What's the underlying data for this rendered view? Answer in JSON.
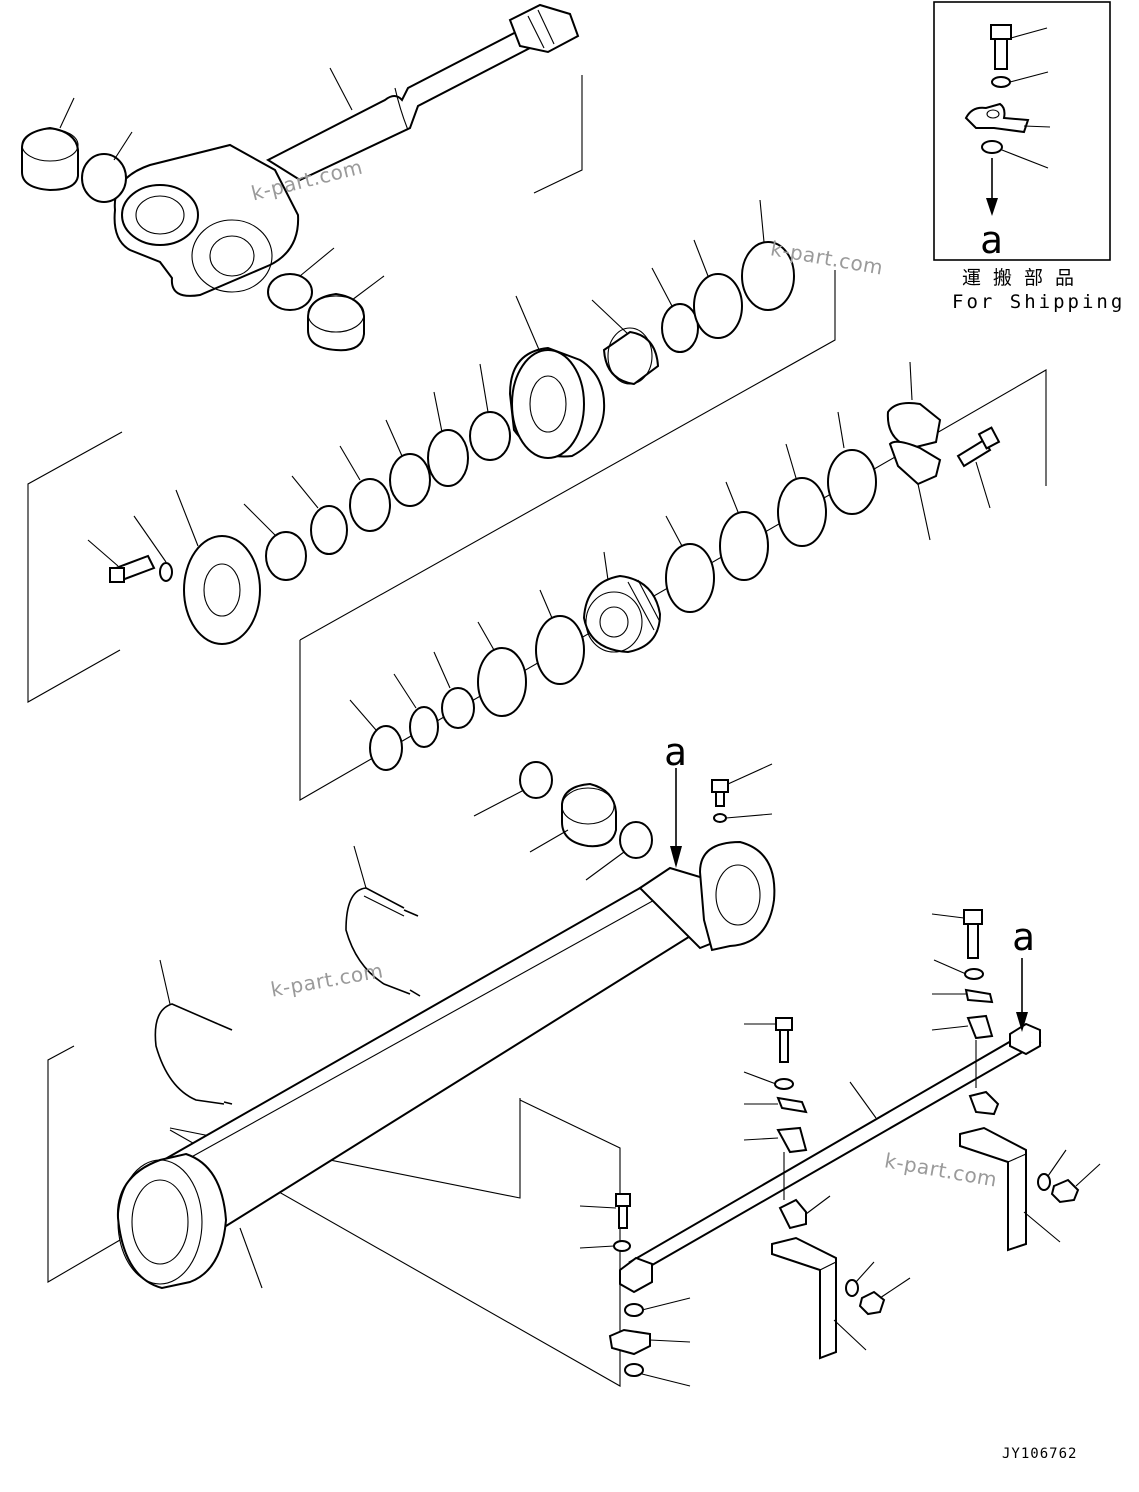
{
  "inset": {
    "label_jp": "運搬部品",
    "label_en": "For Shipping",
    "ref": "a"
  },
  "references": {
    "center": "a",
    "right": "a"
  },
  "watermark": "k-part.com",
  "drawing_code": "JY106762"
}
